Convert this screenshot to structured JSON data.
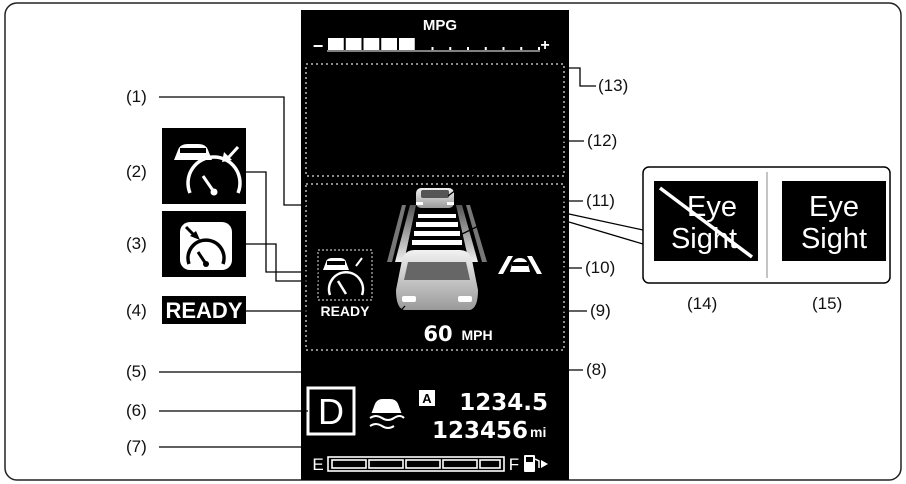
{
  "display": {
    "mpg_title": "MPG",
    "mpg_minus": "−",
    "mpg_plus": "+",
    "mpg_level": 0.4,
    "ready_text": "READY",
    "speed_value": "60",
    "speed_unit": "MPH",
    "gear": "D",
    "odometer_mode": "A",
    "trip_value": "1234.5",
    "odometer_value": "123456",
    "odometer_unit": "mi",
    "fuel_empty": "E",
    "fuel_full": "F"
  },
  "callouts": {
    "c1": "(1)",
    "c2": "(2)",
    "c3": "(3)",
    "c4": "(4)",
    "c5": "(5)",
    "c6": "(6)",
    "c7": "(7)",
    "c8": "(8)",
    "c9": "(9)",
    "c10": "(10)",
    "c11": "(11)",
    "c12": "(12)",
    "c13": "(13)",
    "c14": "(14)",
    "c15": "(15)"
  },
  "legend_icons": {
    "ready_badge": "READY",
    "eyesight_line1": "Eye",
    "eyesight_line2": "Sight"
  },
  "colors": {
    "display_bg": "#000000",
    "display_fg": "#ffffff",
    "leader": "#000000"
  }
}
